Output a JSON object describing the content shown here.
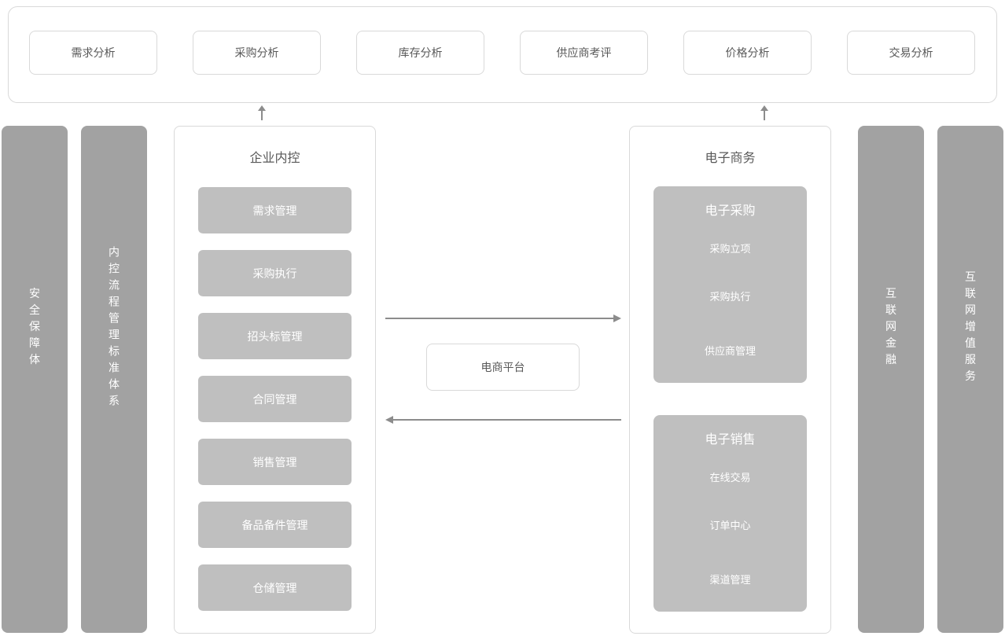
{
  "top_panel": {
    "items": [
      "需求分析",
      "采购分析",
      "库存分析",
      "供应商考评",
      "价格分析",
      "交易分析"
    ]
  },
  "left_bars": [
    {
      "label": "安全保障体"
    },
    {
      "label": "内控流程管理标准体系"
    }
  ],
  "internal_control": {
    "title": "企业内控",
    "items": [
      "需求管理",
      "采购执行",
      "招头标管理",
      "合同管理",
      "销售管理",
      "备品备件管理",
      "仓储管理"
    ]
  },
  "platform": {
    "label": "电商平台"
  },
  "ecommerce": {
    "title": "电子商务",
    "groups": [
      {
        "title": "电子采购",
        "items": [
          "采购立项",
          "采购执行",
          "供应商管理"
        ]
      },
      {
        "title": "电子销售",
        "items": [
          "在线交易",
          "订单中心",
          "渠道管理"
        ]
      }
    ]
  },
  "right_bars": [
    {
      "label": "互联网金融"
    },
    {
      "label": "互联网增值服务"
    }
  ],
  "colors": {
    "bar_fill": "#a2a2a2",
    "block_fill": "#bfbfbf",
    "border": "#d9d9d9",
    "text_primary": "#595959",
    "block_text": "#ffffff",
    "arrow": "#8c8c8c"
  }
}
